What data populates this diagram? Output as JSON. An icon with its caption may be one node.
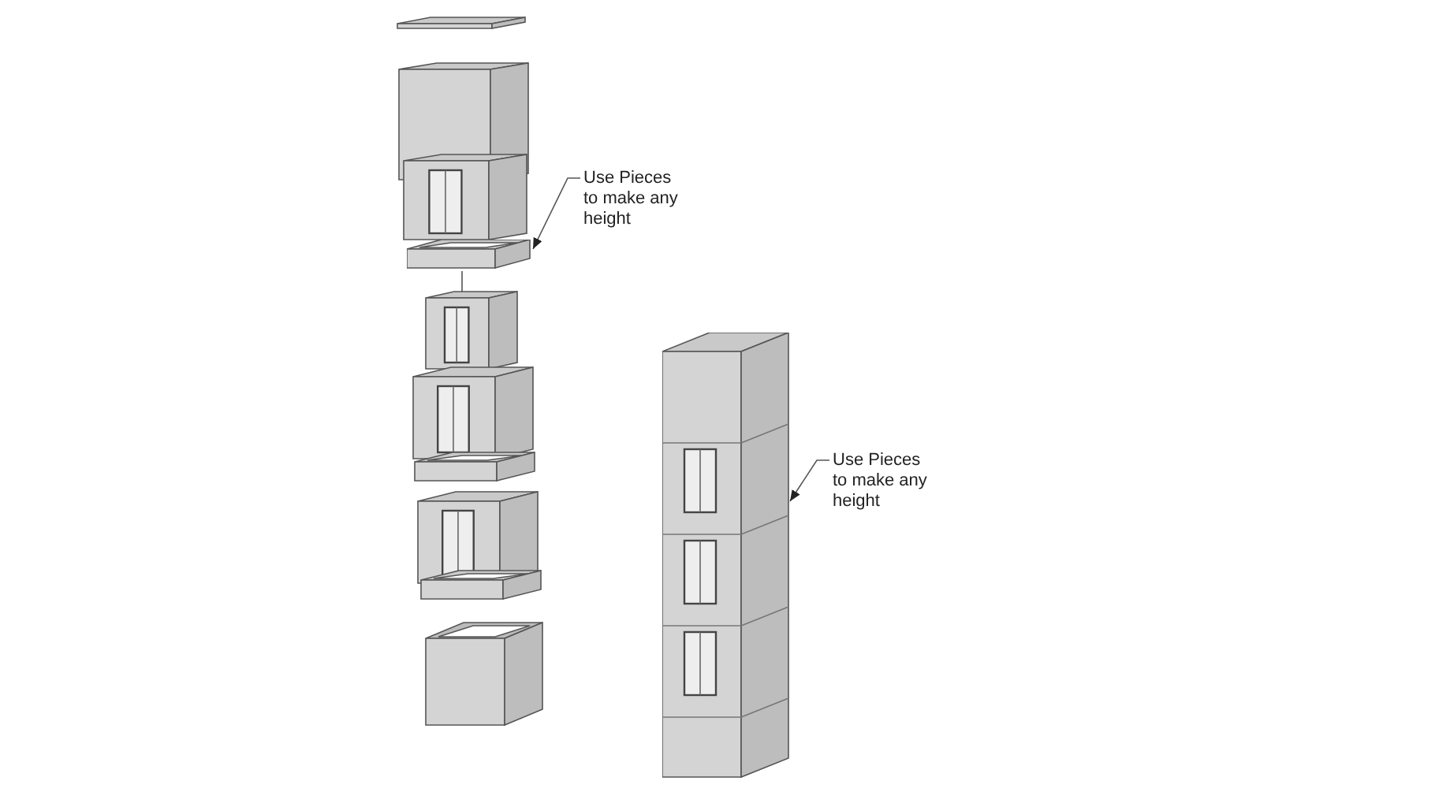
{
  "diagram": {
    "nodes": [
      {
        "text": [
          "Use Pieces to make any height"
        ]
      },
      {
        "text": [],
        "shape": "picture"
      },
      {
        "text": [
          "Use Pieces to make any height"
        ]
      },
      {
        "text": [],
        "shape": "picture"
      }
    ],
    "edges": [
      {
        "from": 0,
        "to": 1,
        "arrow": "to"
      },
      {
        "from": 2,
        "to": 3,
        "arrow": "to"
      }
    ]
  }
}
